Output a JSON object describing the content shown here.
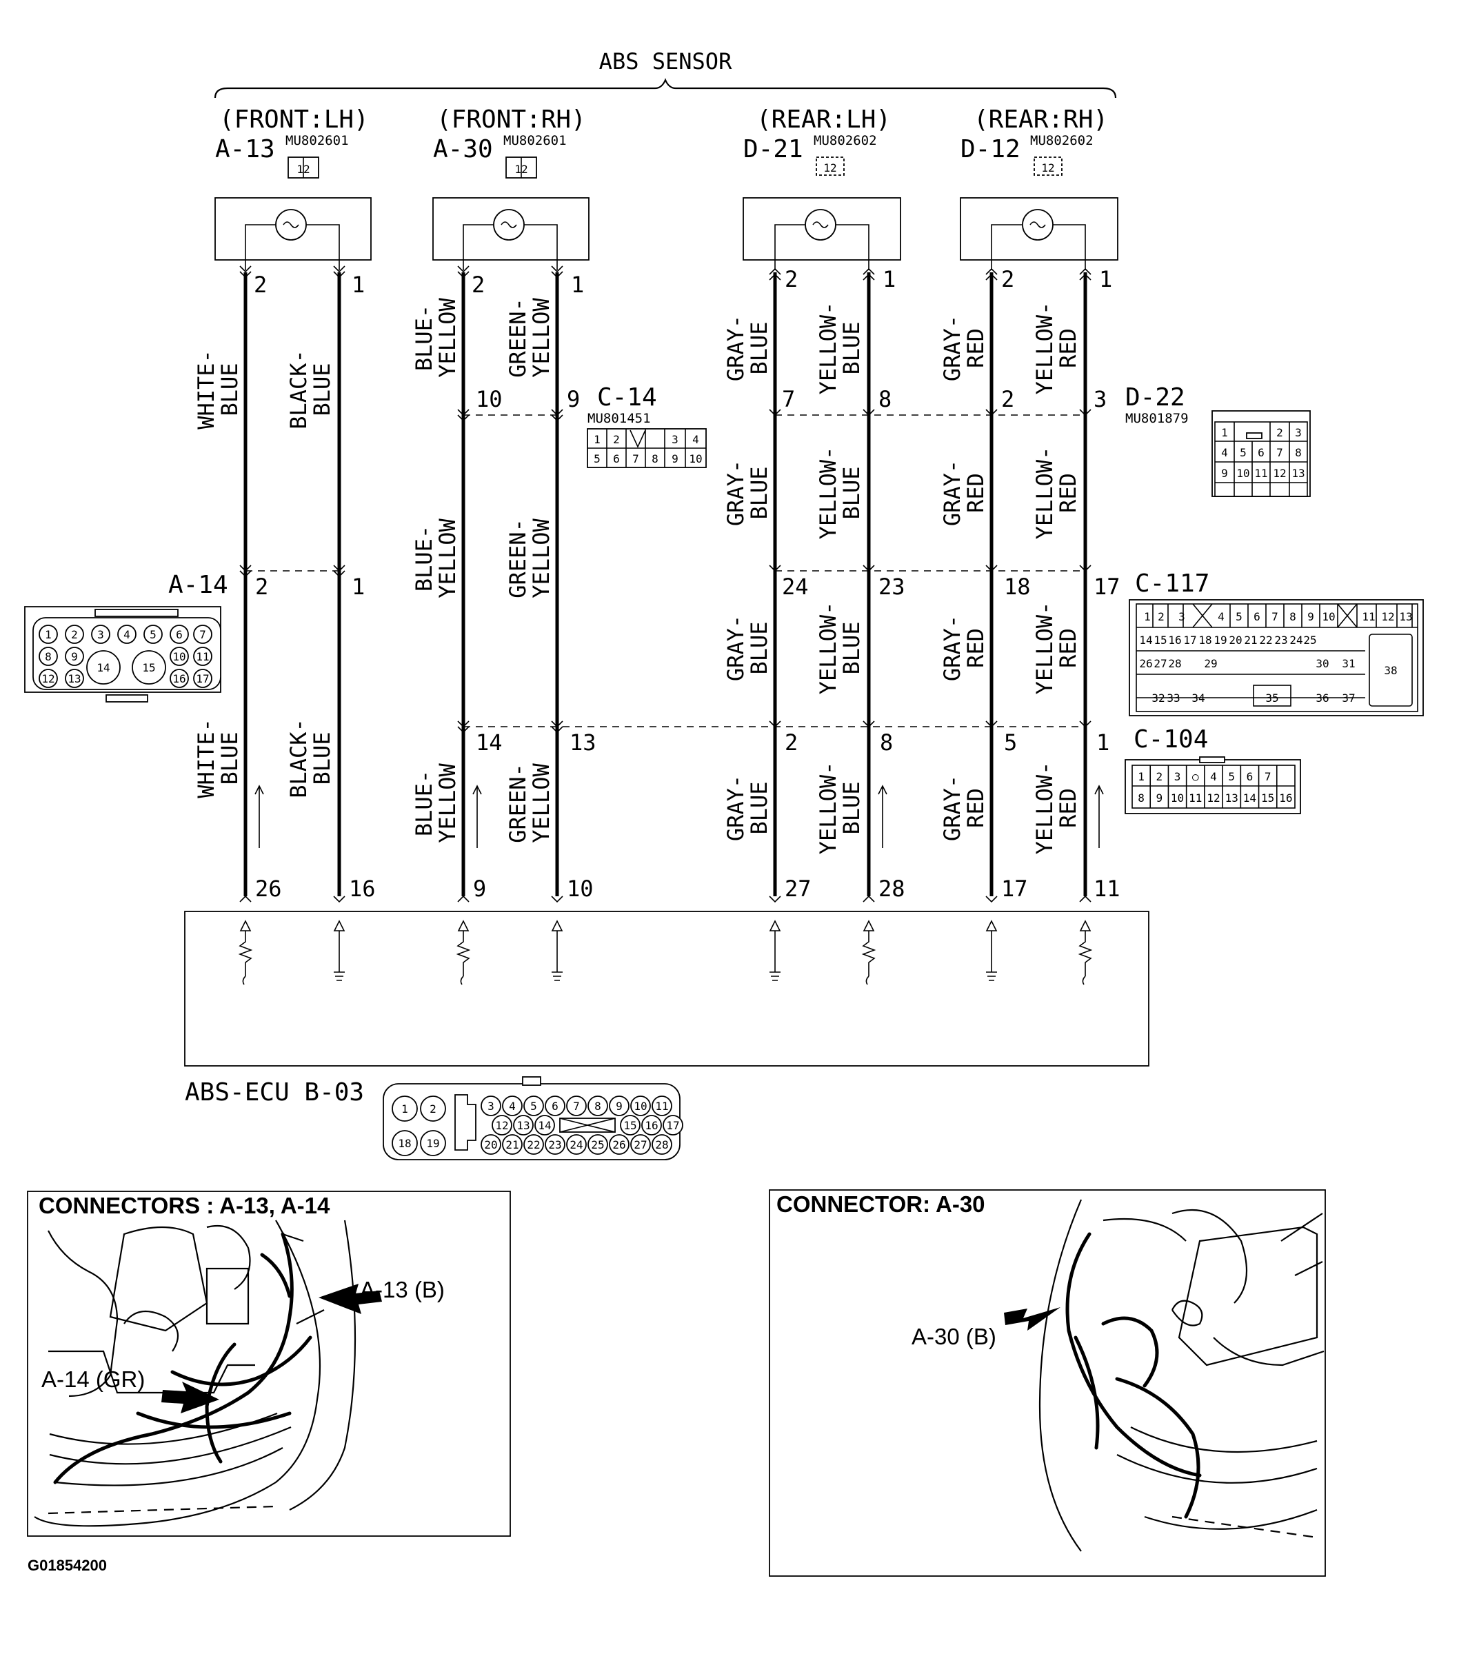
{
  "title": "ABS SENSOR",
  "sensors": [
    {
      "position": "(FRONT:LH)",
      "connector": "A-13",
      "part": "MU802601",
      "pins": "12"
    },
    {
      "position": "(FRONT:RH)",
      "connector": "A-30",
      "part": "MU802601",
      "pins": "12"
    },
    {
      "position": "(REAR:LH)",
      "connector": "D-21",
      "part": "MU802602",
      "pins": "12"
    },
    {
      "position": "(REAR:RH)",
      "connector": "D-12",
      "part": "MU802602",
      "pins": "12"
    }
  ],
  "wires": {
    "w1": {
      "top_pin": "2",
      "label1": "WHITE-",
      "label2": "BLUE",
      "a14_pin": "2",
      "ecu_pin": "26"
    },
    "w2": {
      "top_pin": "1",
      "label1": "BLACK-",
      "label2": "BLUE",
      "a14_pin": "1",
      "ecu_pin": "16"
    },
    "w3": {
      "top_pin": "2",
      "label1": "BLUE-",
      "label2": "YELLOW",
      "c14_pin": "10",
      "c104_pin": "14",
      "ecu_pin": "9"
    },
    "w4": {
      "top_pin": "1",
      "label1": "GREEN-",
      "label2": "YELLOW",
      "c14_pin": "9",
      "c104_pin": "13",
      "ecu_pin": "10"
    },
    "w5": {
      "top_pin": "2",
      "label1": "GRAY-",
      "label2": "BLUE",
      "d22_pin": "7",
      "c117_pin": "24",
      "c104_pin": "2",
      "ecu_pin": "27"
    },
    "w6": {
      "top_pin": "1",
      "label1": "YELLOW-",
      "label2": "BLUE",
      "d22_pin": "8",
      "c117_pin": "23",
      "c104_pin": "8",
      "ecu_pin": "28"
    },
    "w7": {
      "top_pin": "2",
      "label1": "GRAY-",
      "label2": "RED",
      "d22_pin": "2",
      "c117_pin": "18",
      "c104_pin": "5",
      "ecu_pin": "17"
    },
    "w8": {
      "top_pin": "1",
      "label1": "YELLOW-",
      "label2": "RED",
      "d22_pin": "3",
      "c117_pin": "17",
      "c104_pin": "1",
      "ecu_pin": "11"
    }
  },
  "connectors": {
    "c14": {
      "name": "C-14",
      "part": "MU801451",
      "row1": [
        "1",
        "2",
        "3",
        "4"
      ],
      "row2": [
        "5",
        "6",
        "7",
        "8",
        "9",
        "10"
      ]
    },
    "d22": {
      "name": "D-22",
      "part": "MU801879",
      "row1": [
        "1",
        "2",
        "3"
      ],
      "row2": [
        "4",
        "5",
        "6",
        "7",
        "8"
      ],
      "row3": [
        "9",
        "10",
        "11",
        "12",
        "13"
      ]
    },
    "a14": {
      "name": "A-14",
      "row1": [
        "1",
        "2",
        "3",
        "4",
        "5",
        "6",
        "7"
      ],
      "row2": [
        "8",
        "9",
        "10",
        "11"
      ],
      "big": [
        "14",
        "15"
      ],
      "row3": [
        "12",
        "13",
        "16",
        "17"
      ]
    },
    "c117": {
      "name": "C-117",
      "row1": [
        "1",
        "2",
        "3",
        "4",
        "5",
        "6",
        "7",
        "8",
        "9",
        "10",
        "11",
        "12",
        "13"
      ],
      "row2": [
        "14",
        "15",
        "16",
        "17",
        "18",
        "19",
        "20",
        "21",
        "22",
        "23",
        "24",
        "25"
      ],
      "row3": [
        "26",
        "27",
        "28",
        "29",
        "30",
        "31"
      ],
      "row4": [
        "32",
        "33",
        "34",
        "35",
        "36",
        "37"
      ],
      "big": "38"
    },
    "c104": {
      "name": "C-104",
      "row1": [
        "1",
        "2",
        "3",
        "4",
        "5",
        "6",
        "7"
      ],
      "row2": [
        "8",
        "9",
        "10",
        "11",
        "12",
        "13",
        "14",
        "15",
        "16"
      ]
    },
    "b03": {
      "left": [
        "1",
        "2",
        "18",
        "19"
      ],
      "row1": [
        "3",
        "4",
        "5",
        "6",
        "7",
        "8",
        "9",
        "10",
        "11"
      ],
      "row2": [
        "12",
        "13",
        "14",
        "15",
        "16",
        "17"
      ],
      "row3": [
        "20",
        "21",
        "22",
        "23",
        "24",
        "25",
        "26",
        "27",
        "28"
      ]
    }
  },
  "ecu_label": "ABS-ECU  B-03",
  "panels": {
    "left_title": "CONNECTORS : A-13, A-14",
    "left_callout1": "A-13 (B)",
    "left_callout2": "A-14 (GR)",
    "right_title": "CONNECTOR: A-30",
    "right_callout": "A-30 (B)"
  },
  "figure_code": "G01854200"
}
